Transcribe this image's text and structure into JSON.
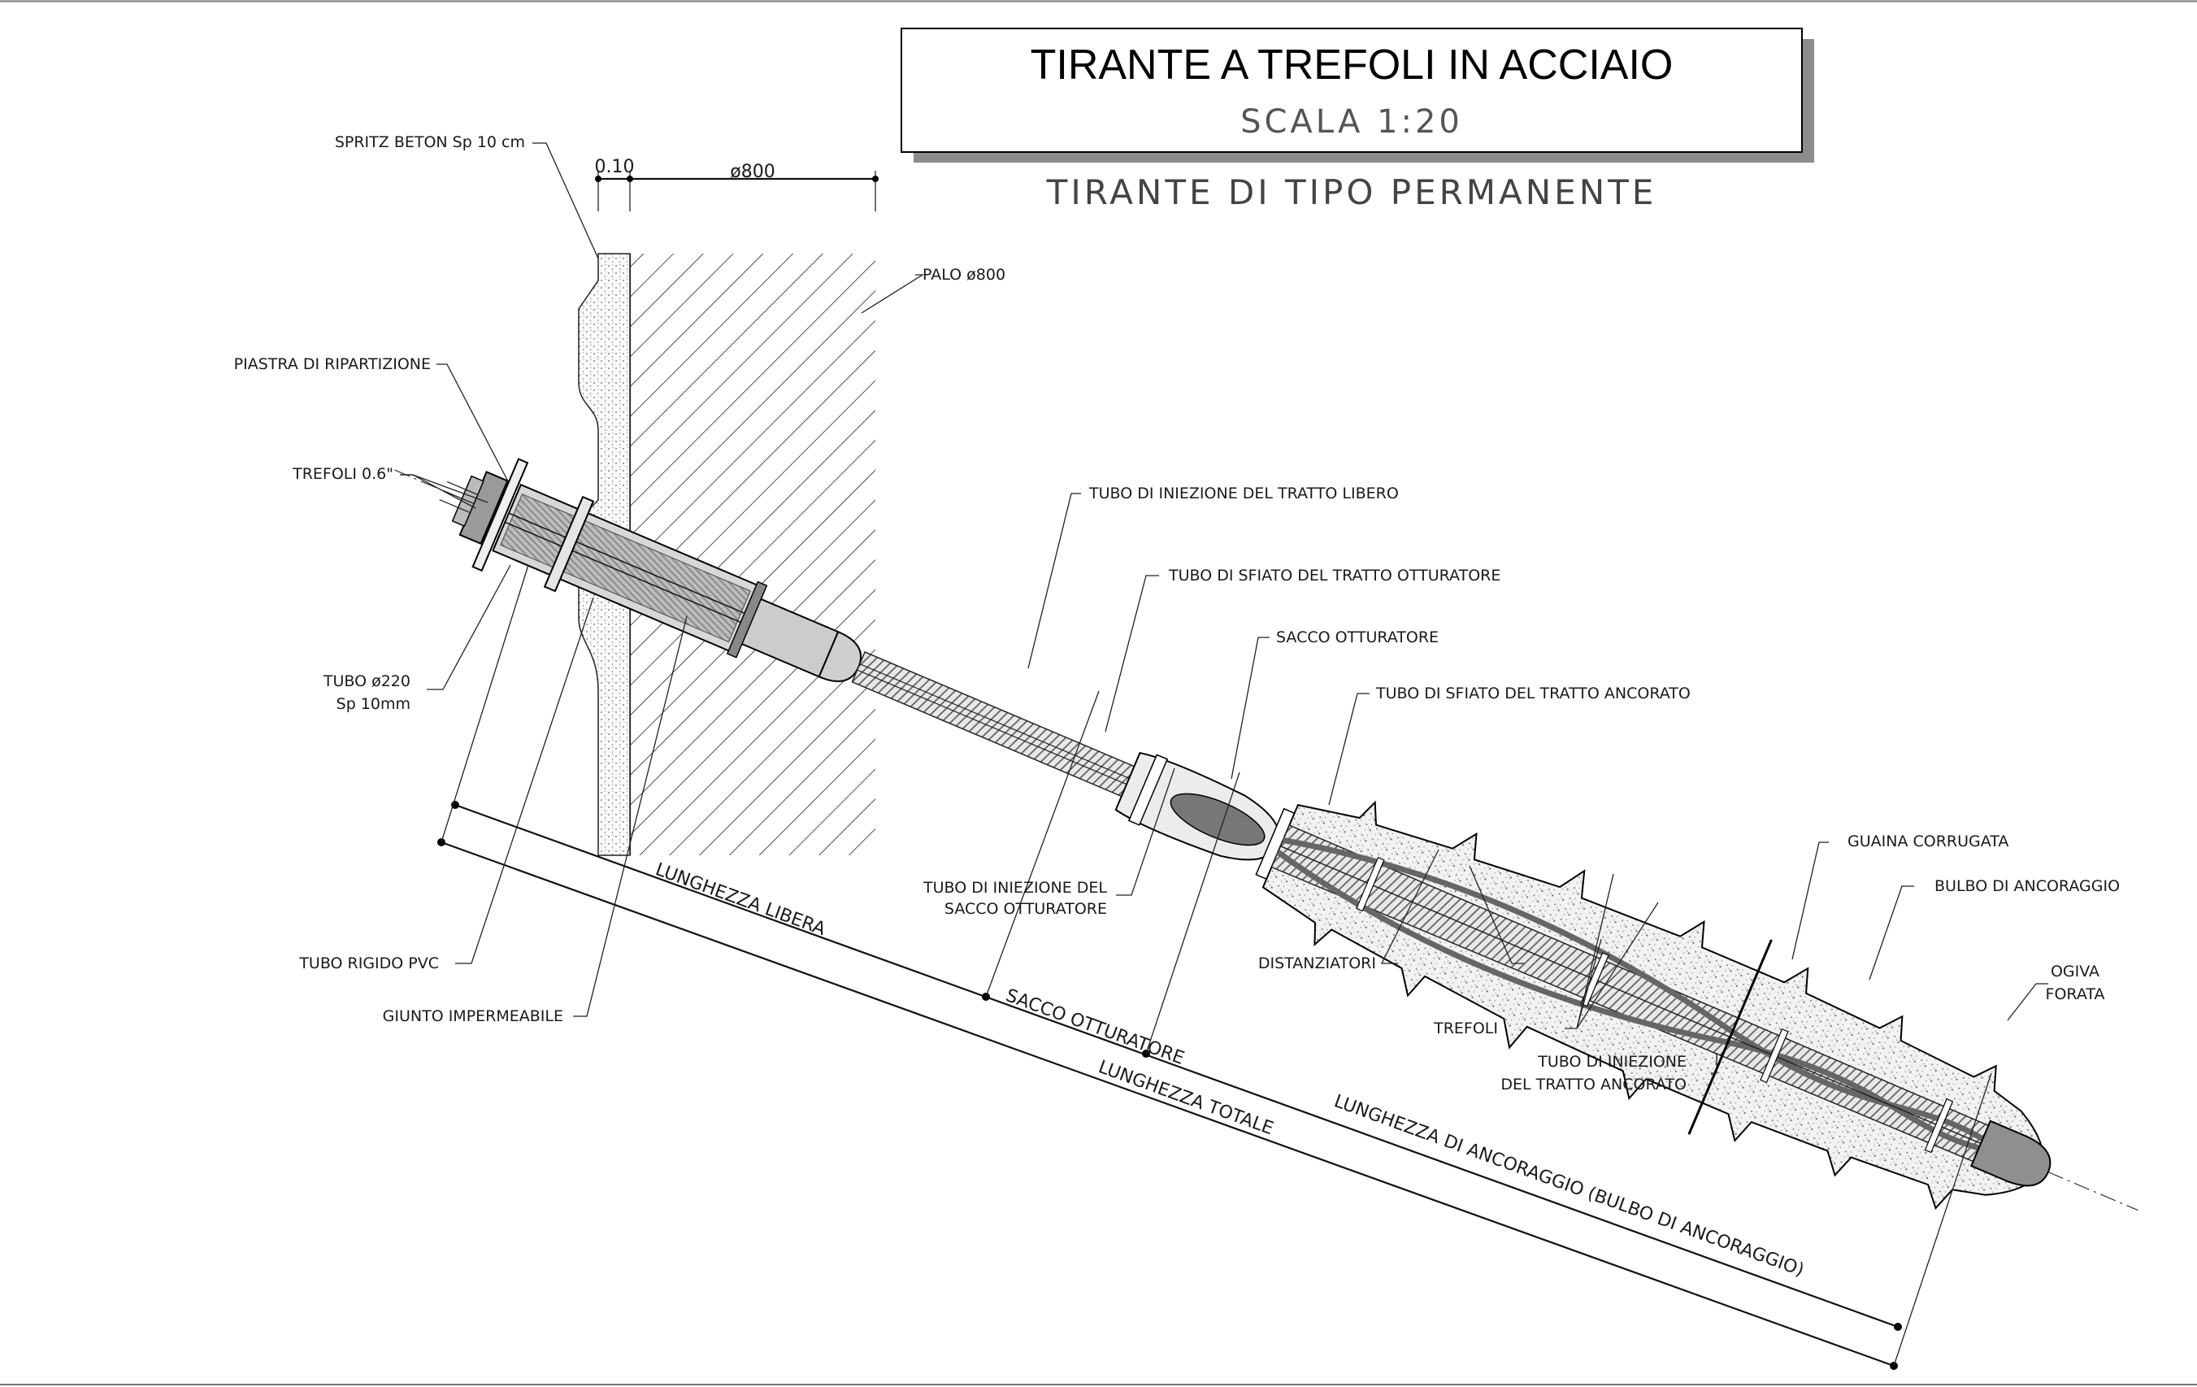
{
  "title": {
    "main": "TIRANTE A TREFOLI IN ACCIAIO",
    "scale": "SCALA 1:20",
    "subtitle": "TIRANTE DI TIPO PERMANENTE"
  },
  "dimensions": {
    "spritz_thickness": "0.10",
    "pile_diameter": "ø800"
  },
  "labels": {
    "spritz_beton": "SPRITZ BETON Sp 10 cm",
    "palo": "PALO ø800",
    "piastra": "PIASTRA DI RIPARTIZIONE",
    "trefoli_06": "TREFOLI 0.6\"",
    "tubo_220_a": "TUBO ø220",
    "tubo_220_b": "Sp 10mm",
    "tubo_rigido": "TUBO RIGIDO PVC",
    "giunto": "GIUNTO IMPERMEABILE",
    "tubo_iniezione_libero": "TUBO DI INIEZIONE DEL TRATTO LIBERO",
    "tubo_sfiato_otturatore": "TUBO DI SFIATO DEL TRATTO OTTURATORE",
    "sacco_otturatore": "SACCO OTTURATORE",
    "tubo_sfiato_ancorato": "TUBO DI SFIATO DEL TRATTO ANCORATO",
    "tubo_iniezione_sacco_a": "TUBO DI INIEZIONE DEL",
    "tubo_iniezione_sacco_b": "SACCO OTTURATORE",
    "guaina": "GUAINA CORRUGATA",
    "bulbo": "BULBO DI  ANCORAGGIO",
    "distanziatori": "DISTANZIATORI",
    "trefoli": "TREFOLI",
    "tubo_iniezione_ancorato_a": "TUBO DI INIEZIONE",
    "tubo_iniezione_ancorato_b": "DEL TRATTO ANCORATO",
    "ogiva_a": "OGIVA",
    "ogiva_b": "FORATA"
  },
  "lengths": {
    "libera": "LUNGHEZZA LIBERA",
    "sacco": "SACCO OTTURATORE",
    "totale": "LUNGHEZZA TOTALE",
    "ancoraggio": "LUNGHEZZA DI ANCORAGGIO (BULBO DI ANCORAGGIO)"
  }
}
